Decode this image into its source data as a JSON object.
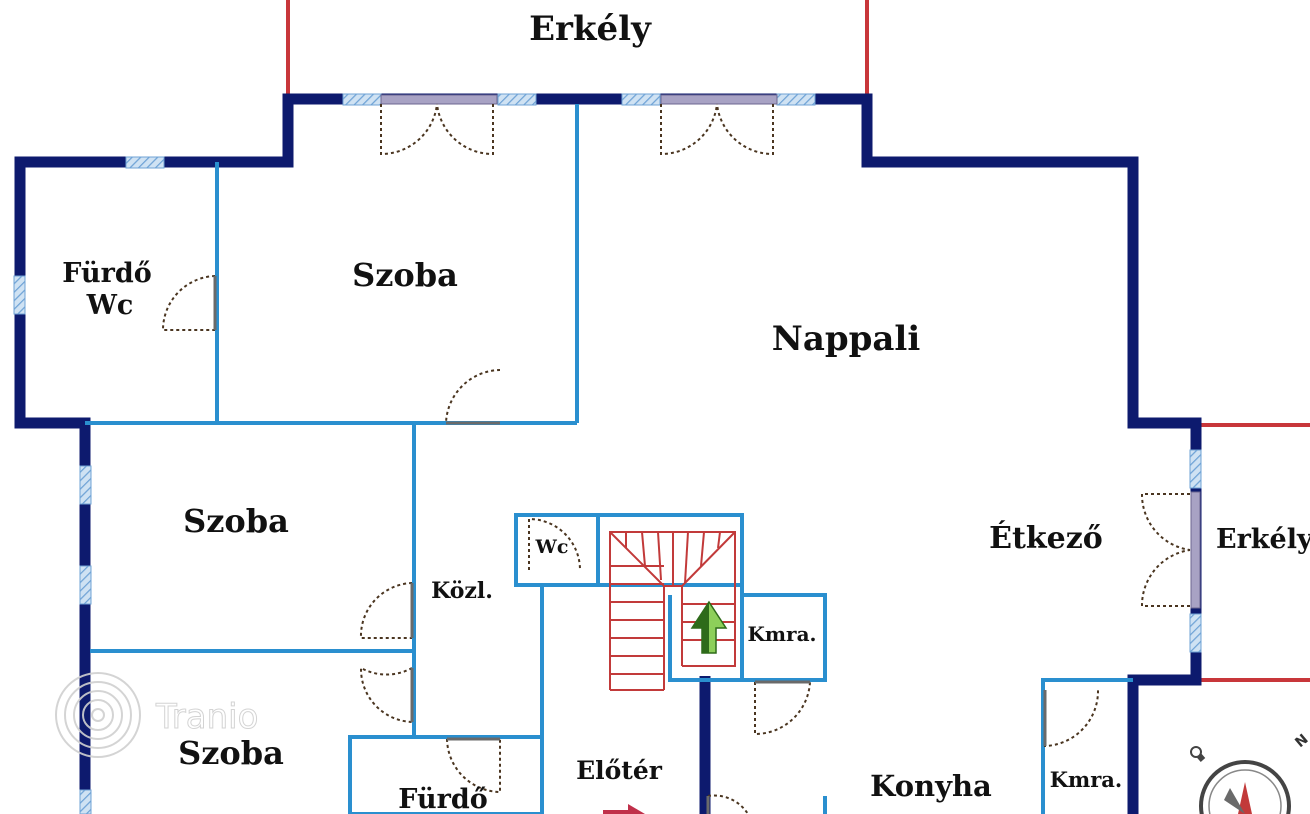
{
  "plan": {
    "rooms": {
      "balcony_top": "Erkély",
      "bathroom_wc_1": "Fürdő",
      "bathroom_wc_2": "Wc",
      "room_top": "Szoba",
      "living_room": "Nappali",
      "room_middle": "Szoba",
      "corridor": "Közl.",
      "wc_small": "Wc",
      "dining": "Étkező",
      "balcony_right": "Erkély",
      "pantry_1": "Kmra.",
      "room_bottom": "Szoba",
      "bathroom_bottom": "Fürdő",
      "hall": "Előtér",
      "kitchen": "Konyha",
      "pantry_2": "Kmra."
    },
    "watermark": "Tranio",
    "compass_letter": "N"
  },
  "colors": {
    "exterior_wall": "#0d1a6e",
    "interior_wall": "#2a8fcf",
    "balcony_outline": "#c8363a",
    "stairs": "#c23a3a",
    "window_glass": "#a9cbe6",
    "door_line": "#4a3520",
    "arrow_dark": "#2e6b1a",
    "arrow_light": "#8dcf5a"
  },
  "icons": [
    "stair-up-arrow-icon",
    "compass-icon",
    "entrance-arrow-icon",
    "tranio-logo-icon"
  ]
}
